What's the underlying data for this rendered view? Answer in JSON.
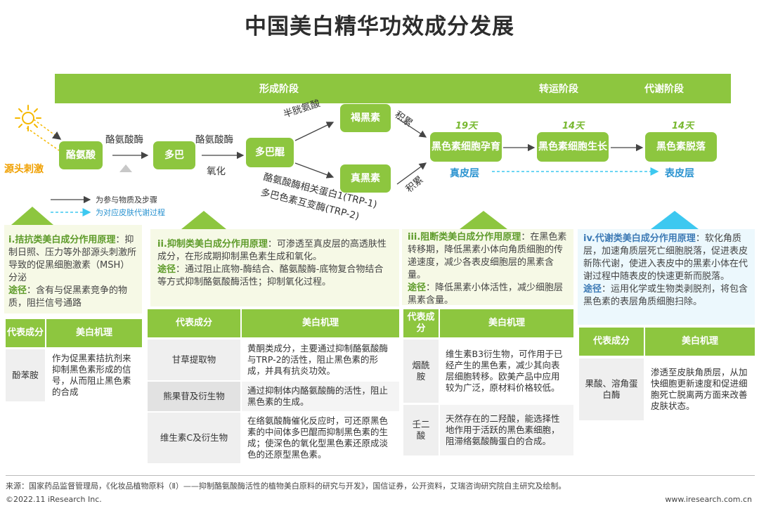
{
  "title": "中国美白精华功效成分发展",
  "stages": {
    "formation": "形成阶段",
    "transport": "转运阶段",
    "metabolism": "代谢阶段"
  },
  "flow": {
    "source": "源头刺激",
    "tyrosine": "酪氨酸",
    "dopa": "多巴",
    "dopaquinone": "多巴醌",
    "eumelanin_brown": "褐黑素",
    "eumelanin_true": "真黑素",
    "cell_nurture": "黑色素细胞孕育",
    "cell_grow": "黑色素细胞生长",
    "shedding": "黑色素脱落",
    "edge_tyrosinase1": "酪氨酸酶",
    "edge_tyrosinase2": "酪氨酸酶",
    "edge_oxidation": "氧化",
    "edge_cysteine": "半胱氨酸",
    "edge_trp1": "酪氨酸酶相关蛋白1(TRP-1)",
    "edge_trp2": "多巴色素互变酶(TRP-2)",
    "accum1": "积累",
    "accum2": "积累",
    "days1": "19天",
    "days2": "14天",
    "days3": "14天",
    "dermis": "真皮层",
    "epidermis": "表皮层",
    "legend_solid": "为参与物质及步骤",
    "legend_dashed": "为对应皮肤代谢过程"
  },
  "colors": {
    "green": "#8dc63f",
    "blue": "#2a93d0",
    "lightblue": "#3dc8f0"
  },
  "panels": [
    {
      "head": "i.拮抗类美白成分作用原理",
      "body": "：抑制日照、压力等外部源头刺激所导致的促黑细胞激素（MSH）分泌",
      "route_label": "途径",
      "route": "：含有与促黑素竞争的物质，阻拦信号通路",
      "th1": "代表成分",
      "th2": "美白机理",
      "rows": [
        {
          "name": "酚苯胺",
          "desc": "作为促黑素拮抗剂来抑制黑色素形成的信号，从而阻止黑色素的合成"
        }
      ]
    },
    {
      "head": "ii.抑制类美白成分作用原理",
      "body": "：可渗透至真皮层的高透肤性成分，在形成期抑制黑色素生成和氧化。",
      "route_label": "途径",
      "route": "：通过阻止底物-酶结合、酪氨酸酶-底物复合物结合等方式抑制酪氨酸酶活性；抑制氧化过程。",
      "th1": "代表成分",
      "th2": "美白机理",
      "rows": [
        {
          "name": "甘草提取物",
          "desc": "黄酮类成分，主要通过抑制酪氨酸酶与TRP-2的活性，阻止黑色素的形成，并具有抗炎功效。"
        },
        {
          "name": "熊果苷及衍生物",
          "desc": "通过抑制体内酪氨酸酶的活性，阻止黑色素的生成。"
        },
        {
          "name": "维生素C及衍生物",
          "desc": "在络氨酸酶催化反应时，可还原黑色素的中间体多巴醌而抑制黑色素的生成；使深色的氧化型黑色素还原成淡色的还原型黑色素。"
        }
      ]
    },
    {
      "head": "iii.阻断类美白成分作用原理",
      "body": "：在黑色素转移期，降低黑素小体向角质细胞的传递速度，减少各表皮细胞层的黑素含量。",
      "route_label": "途径",
      "route": "：降低黑素小体活性，减少细胞层黑素含量。",
      "th1": "代表成分",
      "th2": "美白机理",
      "rows": [
        {
          "name": "烟酰胺",
          "desc": "维生素B3衍生物，可作用于已经产生的黑色素，减少其向表层细胞转移。欧美产品中应用较为广泛，原材料价格较低。"
        },
        {
          "name": "壬二酸",
          "desc": "天然存在的二羟酸，能选择性地作用于活跃的黑色素细胞，阻滞络氨酸酶蛋白的合成。"
        }
      ]
    },
    {
      "head": "iv.代谢类美白成分作用原理",
      "body": "：软化角质层，加速角质层死亡细胞脱落，促进表皮新陈代谢，使进入表皮中的黑素小体在代谢过程中随表皮的快速更新而脱落。",
      "route_label": "途径",
      "route": "：运用化学或生物类剥脱剂，将包含黑色素的表层角质细胞扫除。",
      "th1": "代表成分",
      "th2": "美白机理",
      "rows": [
        {
          "name": "果酸、溶角蛋白酶",
          "desc": "渗透至皮肤角质层，从加快细胞更新速度和促进细胞死亡脱离两方面来改善皮肤状态。"
        }
      ]
    }
  ],
  "footer": {
    "source": "来源：国家药品监督管理局，《化妆品植物原料（Ⅱ）——抑制酪氨酸酶活性的植物美白原料的研究与开发》，国信证券，公开资料，艾瑞咨询研究院自主研究及绘制。",
    "copyright": "©2022.11 iResearch Inc.",
    "url": "www.iresearch.com.cn"
  }
}
